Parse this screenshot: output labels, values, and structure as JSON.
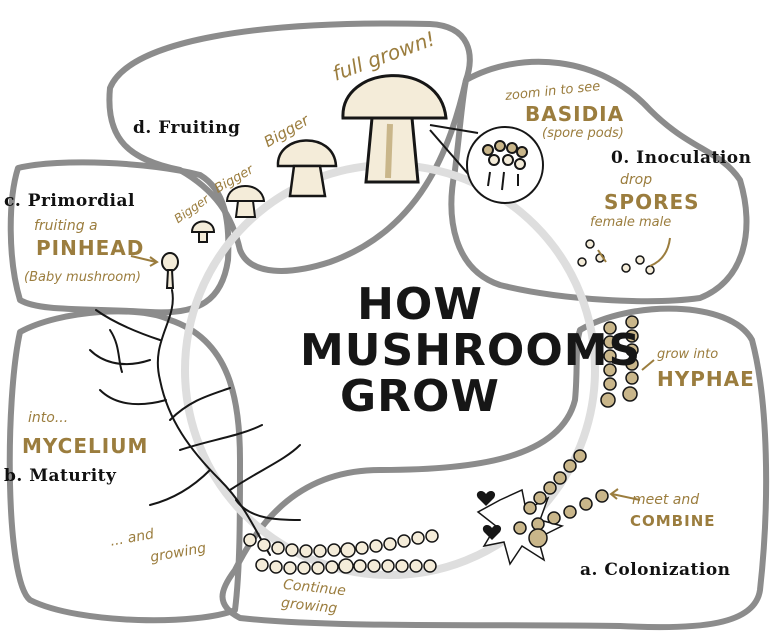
{
  "title_lines": [
    "HOW",
    "MUSHROOMS",
    "GROW"
  ],
  "stages": {
    "inoculation": "0. Inoculation",
    "colonization": "a. Colonization",
    "maturity": "b. Maturity",
    "primordial": "c. Primordial",
    "fruiting": "d. Fruiting"
  },
  "notes": {
    "full_grown": "full grown!",
    "bigger": "Bigger",
    "zoom_in": "zoom in to see",
    "basidia": "BASIDIA",
    "spore_pods": "(spore pods)",
    "drop": "drop",
    "spores": "SPORES",
    "female_male": "female male",
    "grow_into": "grow into",
    "hyphae": "HYPHAE",
    "meet_and": "meet and",
    "combine": "COMBINE",
    "continue": "Continue",
    "growing": "growing",
    "and": "... and",
    "into": "into...",
    "mycelium": "MYCELIUM",
    "fruiting_a": "fruiting a",
    "pinhead": "PINHEAD",
    "baby_mushroom": "(Baby mushroom)"
  },
  "colors": {
    "ink": "#161616",
    "accent": "#9b7d3e",
    "cap": "#f4ecd9",
    "shade": "#c9b68a",
    "region_border": "#8c8c8c",
    "region_fill": "#f6f6f6"
  }
}
